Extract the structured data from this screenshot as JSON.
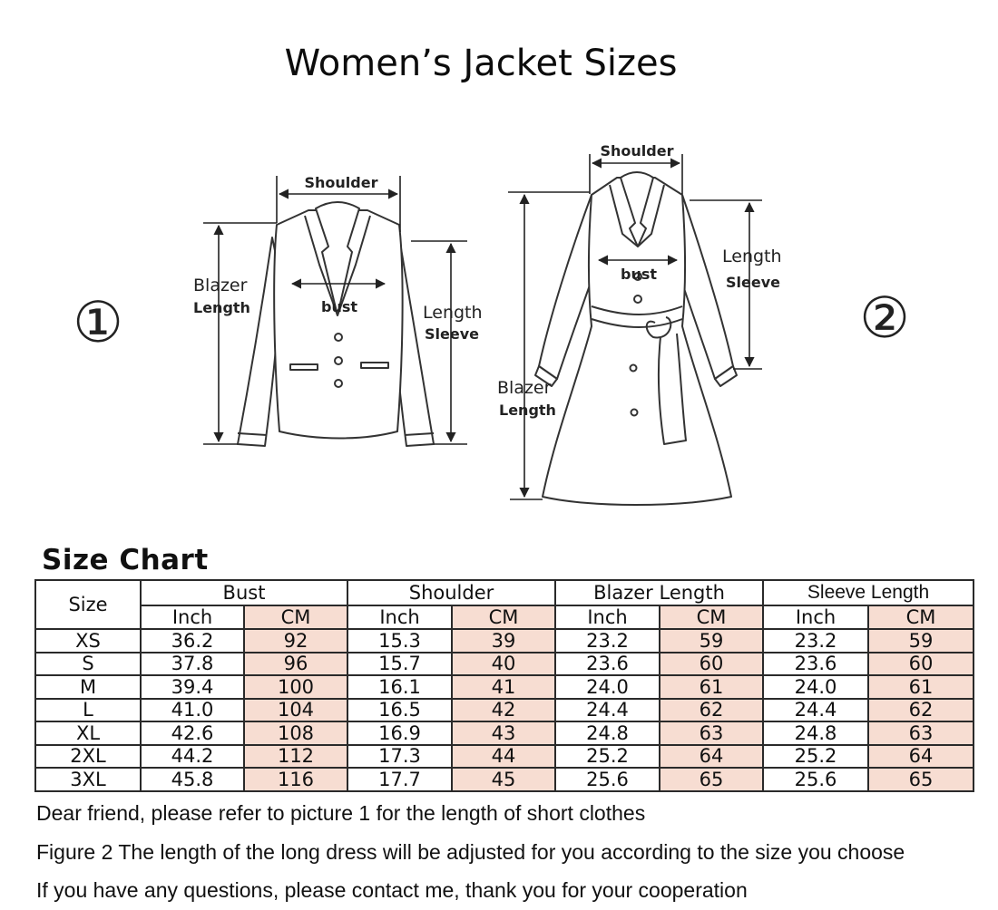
{
  "title": "Women’s Jacket Sizes",
  "figure1": {
    "marker": "①",
    "labels": {
      "shoulder": "Shoulder",
      "bust": "bust",
      "length_word_a": "Blazer",
      "length_word_b": "Length",
      "sleeve_word_a": "Length",
      "sleeve_word_b": "Sleeve"
    }
  },
  "figure2": {
    "marker": "②",
    "labels": {
      "shoulder": "Shoulder",
      "bust": "bust",
      "length_word_a": "Blazer",
      "length_word_b": "Length",
      "sleeve_word_a": "Length",
      "sleeve_word_b": "Sleeve"
    }
  },
  "size_chart": {
    "heading": "Size Chart",
    "size_header": "Size",
    "groups": [
      "Bust",
      "Shoulder",
      "Blazer Length",
      "Sleeve Length"
    ],
    "sub_headers": [
      "Inch",
      "CM",
      "Inch",
      "CM",
      "Inch",
      "CM",
      "Inch",
      "CM"
    ],
    "rows": [
      [
        "XS",
        "36.2",
        "92",
        "15.3",
        "39",
        "23.2",
        "59",
        "23.2",
        "59"
      ],
      [
        "S",
        "37.8",
        "96",
        "15.7",
        "40",
        "23.6",
        "60",
        "23.6",
        "60"
      ],
      [
        "M",
        "39.4",
        "100",
        "16.1",
        "41",
        "24.0",
        "61",
        "24.0",
        "61"
      ],
      [
        "L",
        "41.0",
        "104",
        "16.5",
        "42",
        "24.4",
        "62",
        "24.4",
        "62"
      ],
      [
        "XL",
        "42.6",
        "108",
        "16.9",
        "43",
        "24.8",
        "63",
        "24.8",
        "63"
      ],
      [
        "2XL",
        "44.2",
        "112",
        "17.3",
        "44",
        "25.2",
        "64",
        "25.2",
        "64"
      ],
      [
        "3XL",
        "45.8",
        "116",
        "17.7",
        "45",
        "25.6",
        "65",
        "25.6",
        "65"
      ]
    ],
    "cm_highlight_color": "#f7ddd2"
  },
  "notes": [
    "Dear friend, please refer to picture 1 for the length of short clothes",
    "Figure 2 The length of the long dress will be adjusted for you according to the size you choose",
    "If you have any questions, please contact me, thank you for your cooperation"
  ]
}
